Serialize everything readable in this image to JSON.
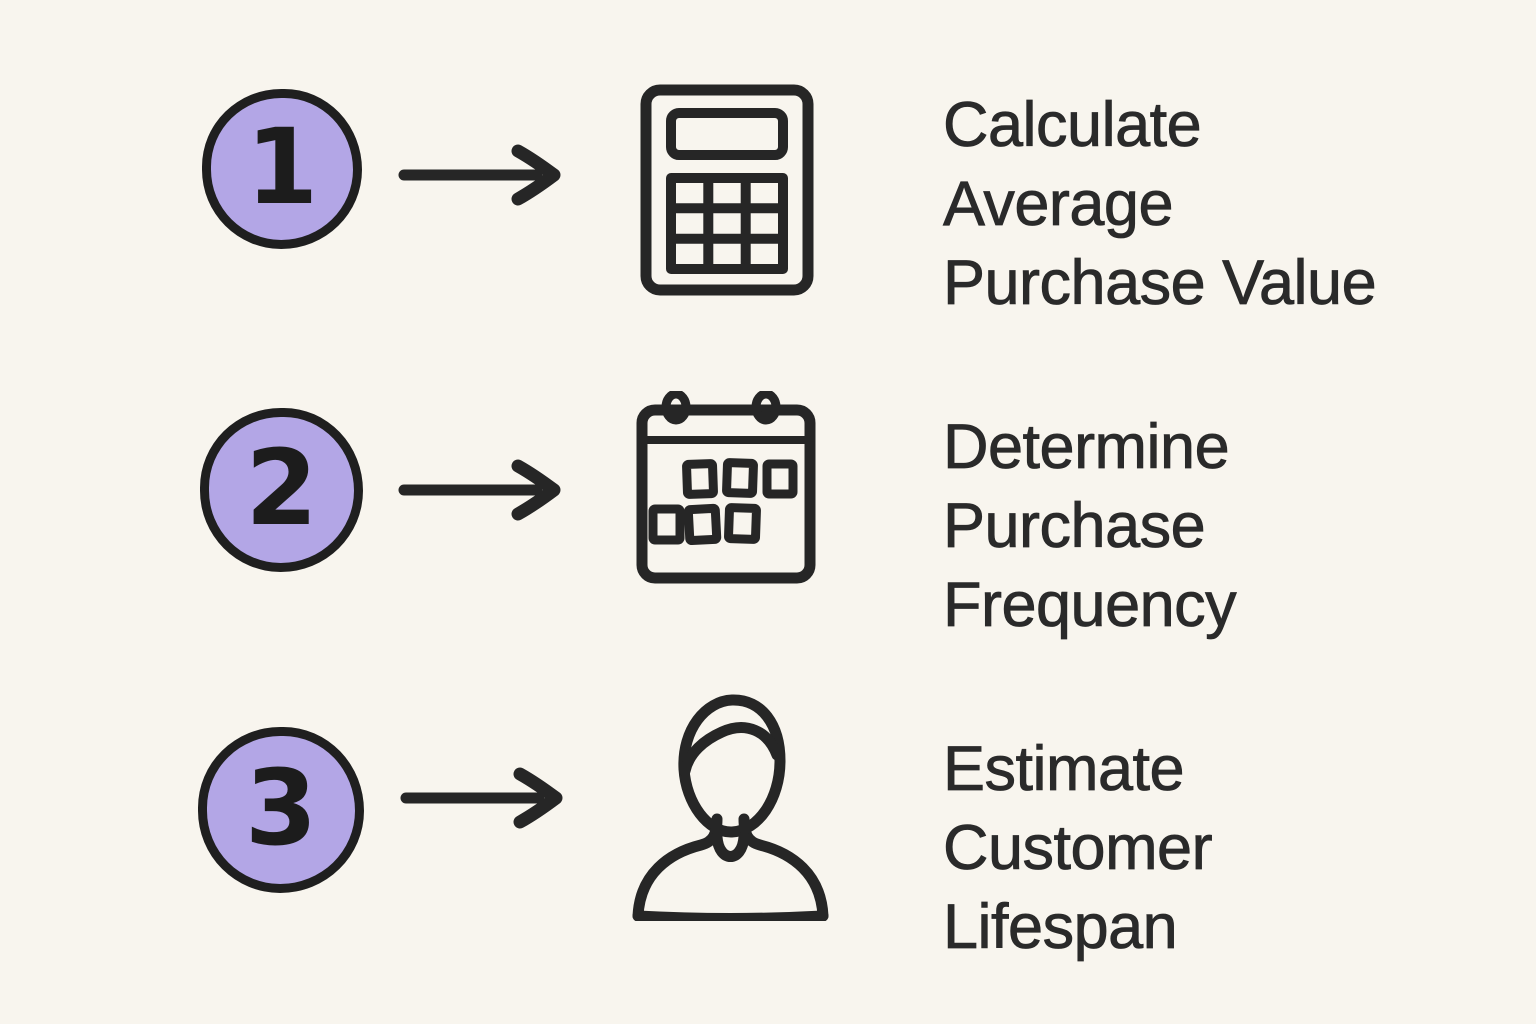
{
  "figure": {
    "type": "process-infographic",
    "background_color": "#f8f5ee",
    "ink_color": "#2a2a2a",
    "accent_fill_color": "#b3a6e6",
    "steps": [
      {
        "number": "1",
        "icon": "calculator-icon",
        "lines": [
          "Calculate",
          "Average",
          "Purchase Value"
        ]
      },
      {
        "number": "2",
        "icon": "calendar-icon",
        "lines": [
          "Determine",
          "Purchase",
          "Frequency"
        ]
      },
      {
        "number": "3",
        "icon": "person-icon",
        "lines": [
          "Estimate",
          "Customer",
          "Lifespan"
        ]
      }
    ]
  }
}
